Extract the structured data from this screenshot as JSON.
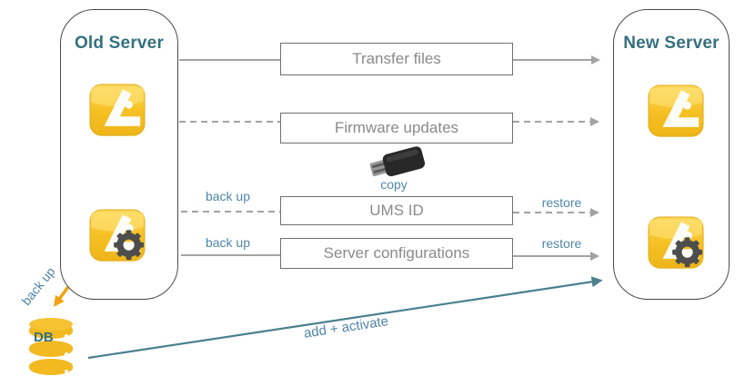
{
  "old_server": {
    "title": "Old Server"
  },
  "new_server": {
    "title": "New Server"
  },
  "steps": {
    "transfer_files": {
      "label": "Transfer files",
      "line_style": "solid"
    },
    "firmware_updates": {
      "label": "Firmware updates",
      "line_style": "dashed"
    },
    "ums_id": {
      "label": "UMS ID",
      "line_style": "dashed",
      "left_label": "back up",
      "right_label": "restore"
    },
    "server_configurations": {
      "label": "Server configurations",
      "line_style": "solid",
      "left_label": "back up",
      "right_label": "restore"
    }
  },
  "usb": {
    "label": "copy",
    "icon": "usb-stick-icon"
  },
  "db": {
    "label": "DB",
    "backup_label": "back up"
  },
  "add_activate": {
    "label": "add + activate"
  },
  "icons": {
    "old_top": "ums-console-icon",
    "old_bottom": "ums-server-gear-icon",
    "new_top": "ums-console-icon",
    "new_bottom": "ums-server-gear-icon"
  },
  "colors": {
    "title_teal": "#35707f",
    "label_blue": "#4f86a8",
    "line_gray": "#a3a3a3",
    "box_border_gray": "#6f6f6f",
    "box_text_gray": "#8a8a8a",
    "arrow_orange": "#F2A20E",
    "arrow_teal": "#4A808E",
    "icon_yellow": "#F2BA20"
  }
}
